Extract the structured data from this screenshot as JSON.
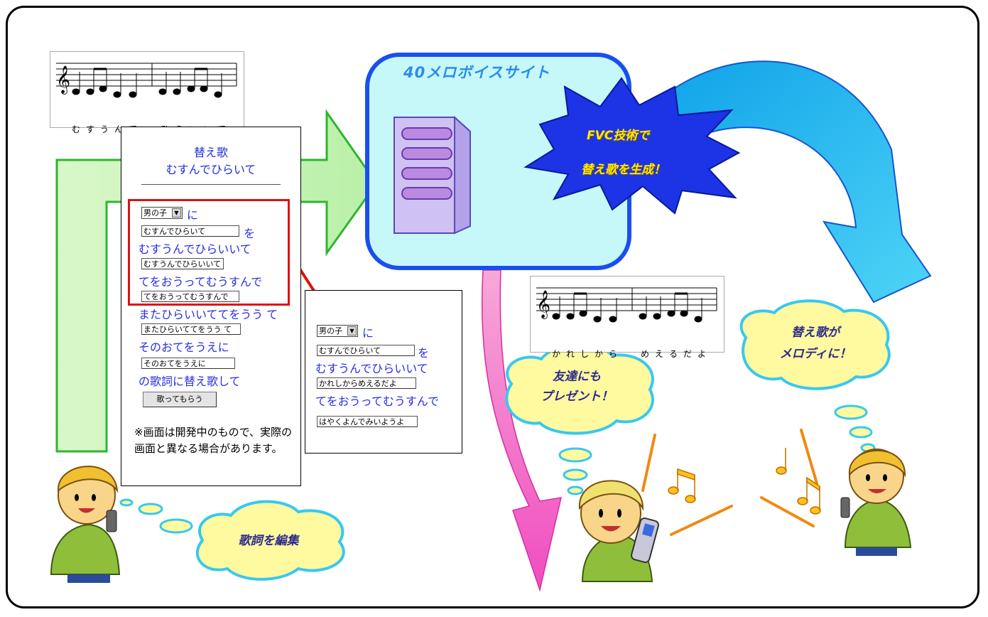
{
  "site_title": "40メロボイスサイト",
  "burst": {
    "line1": "FVC技術で",
    "line2": "替え歌を生成！"
  },
  "score_top": {
    "lyrics_left": [
      "む",
      "す",
      "う",
      "ん",
      "で"
    ],
    "lyrics_right": [
      "ひ",
      "ら",
      "い",
      "い",
      "て"
    ]
  },
  "score_right": {
    "lyrics_left": [
      "か",
      "れ",
      "し",
      "か",
      "ら"
    ],
    "lyrics_right": [
      "め",
      "え",
      "る",
      "だ",
      "よ"
    ]
  },
  "form": {
    "title1": "替え歌",
    "title2": "むすんでひらいて",
    "select_value": "男の子",
    "text_ni": "に",
    "input1": "むすんでひらいて",
    "text_wo": "を",
    "line2": "むすうんでひらいいて",
    "input2": "むすうんでひらいいて",
    "line3": "てをおうってむうすんで",
    "input3": "てをおうってむうすんで",
    "line4": "またひらいいててをうう て",
    "input4": "またひらいててをうう て",
    "line5": "そのおてをうえに",
    "input5": "そのおてをうえに",
    "line6": "の歌詞に替え歌して",
    "button_label": "歌ってもらう",
    "note": "※画面は開発中のもので、実際の画面と異なる場合があります。"
  },
  "result": {
    "select_value": "男の子",
    "text_ni": "に",
    "input1": "むすんでひらいて",
    "text_wo": "を",
    "line2": "むすうんでひらいいて",
    "input2": "かれしからめえるだよ",
    "line3": "てをおうってむうすんで",
    "input3": "はやくよんでみいようよ"
  },
  "clouds": {
    "edit": "歌詞を編集",
    "present_line1": "友達にも",
    "present_line2": "プレゼント！",
    "melody_line1": "替え歌が",
    "melody_line2": "メロディに！"
  },
  "colors": {
    "site_border": "#1a4ef0",
    "site_fill": "#c6f7f9",
    "highlight": "#e01010",
    "lyric_text": "#2a2ee0"
  }
}
